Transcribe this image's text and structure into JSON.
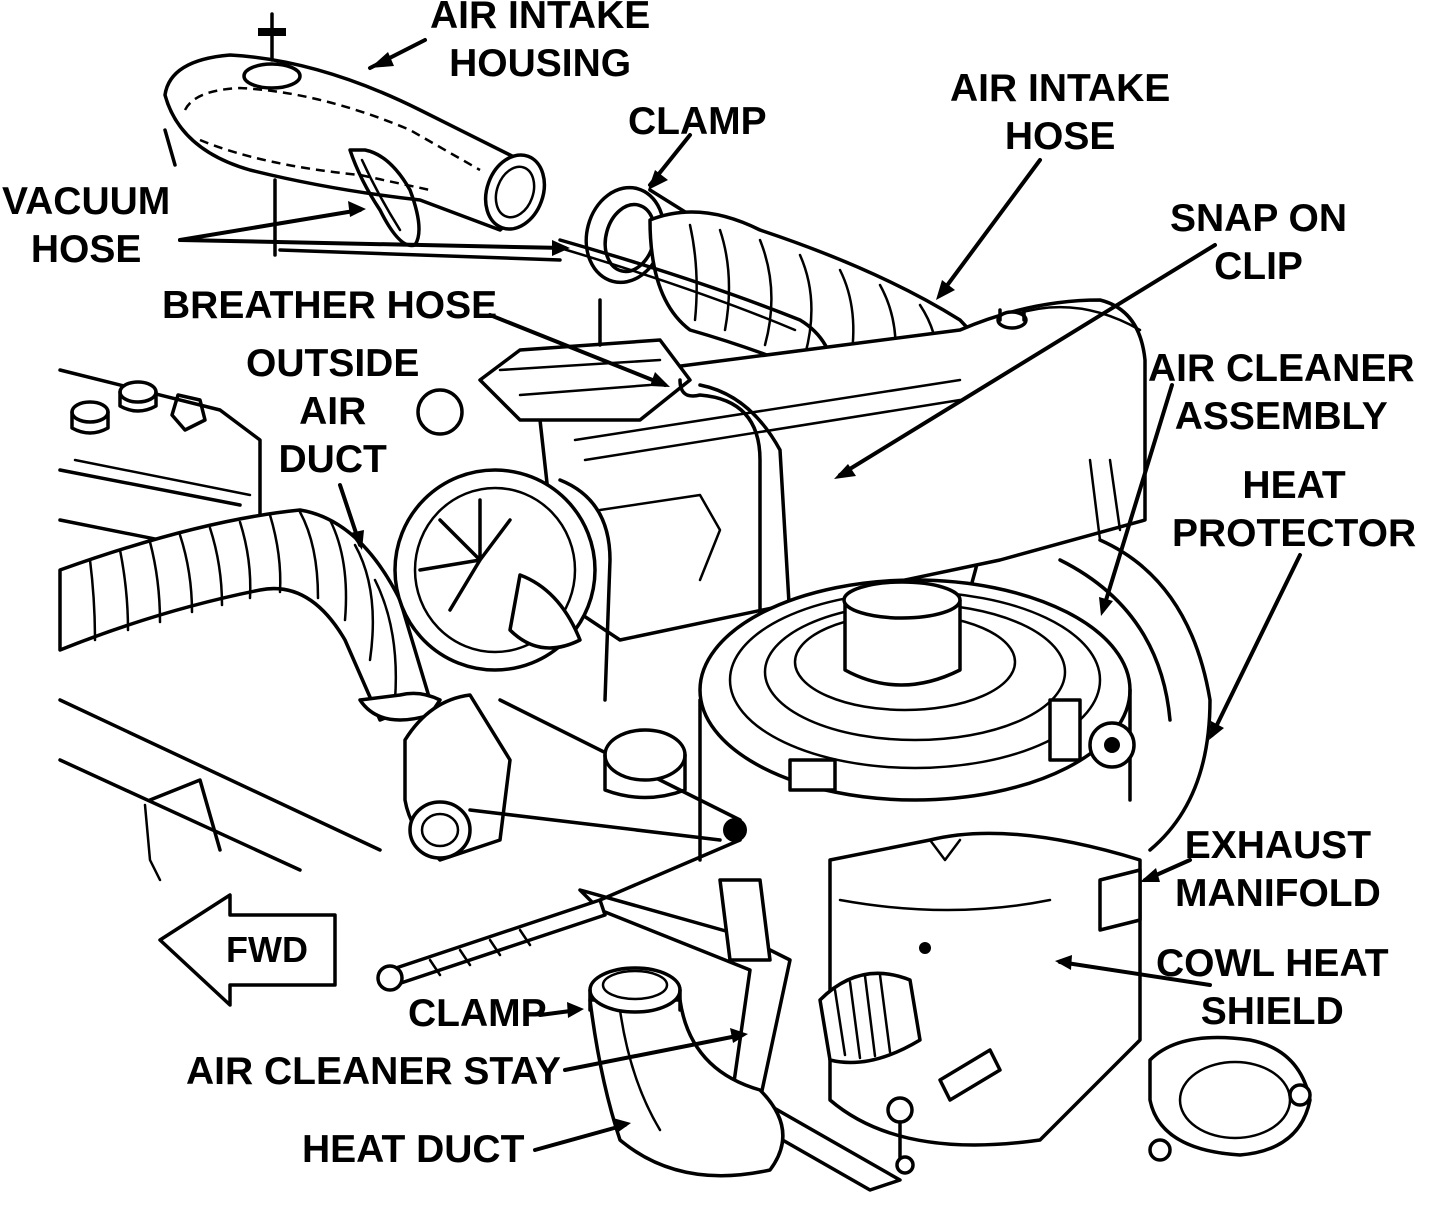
{
  "labels": {
    "air_intake_housing": [
      "AIR INTAKE",
      "HOUSING"
    ],
    "clamp_top": "CLAMP",
    "air_intake_hose": [
      "AIR INTAKE",
      "HOSE"
    ],
    "vacuum_hose": [
      "VACUUM",
      "HOSE"
    ],
    "snap_on_clip": [
      "SNAP ON",
      "CLIP"
    ],
    "breather_hose": "BREATHER HOSE",
    "outside_air_duct": [
      "OUTSIDE",
      "AIR",
      "DUCT"
    ],
    "air_cleaner_assembly": [
      "AIR CLEANER",
      "ASSEMBLY"
    ],
    "heat_protector": [
      "HEAT",
      "PROTECTOR"
    ],
    "exhaust_manifold": [
      "EXHAUST",
      "MANIFOLD"
    ],
    "cowl_heat_shield": [
      "COWL HEAT",
      "SHIELD"
    ],
    "fwd": "FWD",
    "clamp_bottom": "CLAMP",
    "air_cleaner_stay": "AIR CLEANER STAY",
    "heat_duct": "HEAT DUCT"
  },
  "icons": {
    "fwd_arrow": "left-arrow-icon"
  }
}
